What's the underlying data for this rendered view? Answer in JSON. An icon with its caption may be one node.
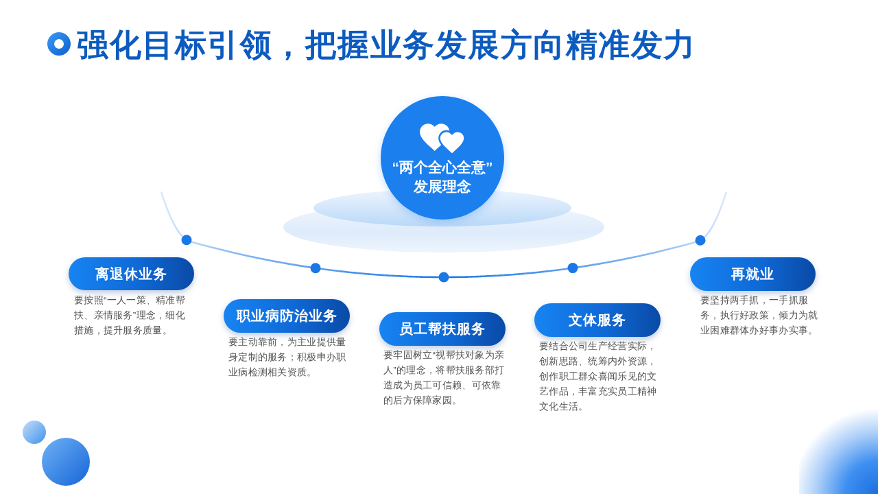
{
  "diagram": {
    "title": "强化目标引领，把握业务发展方向精准发力",
    "nodes": [
      {
        "text": [
          "“两个全心全意”发展理念"
        ]
      },
      {
        "text": [
          "离退休业务"
        ],
        "beside": [
          "要按照“一人一策、精准帮扶、亲情服务”理念，细化措施，提升服务质量。"
        ]
      },
      {
        "text": [
          "职业病防治业务"
        ],
        "beside": [
          "要主动靠前，为主业提供量身定制的服务；积极申办职业病检测相关资质。"
        ]
      },
      {
        "text": [
          "员工帮扶服务"
        ],
        "beside": [
          "要牢固树立“视帮扶对象为亲人”的理念，将帮扶服务部打造成为员工可信赖、可依靠的后方保障家园。"
        ]
      },
      {
        "text": [
          "文体服务"
        ],
        "beside": [
          "要结合公司生产经营实际，创新思路、统筹内外资源，创作职工群众喜闻乐见的文艺作品，丰富充实员工精神文化生活。"
        ]
      },
      {
        "text": [
          "再就业"
        ],
        "beside": [
          "要坚持两手抓，一手抓服务，执行好政策，倾力为就业困难群体办好事办实事。"
        ]
      },
      {
        "text": [],
        "shape": "circle"
      }
    ]
  }
}
